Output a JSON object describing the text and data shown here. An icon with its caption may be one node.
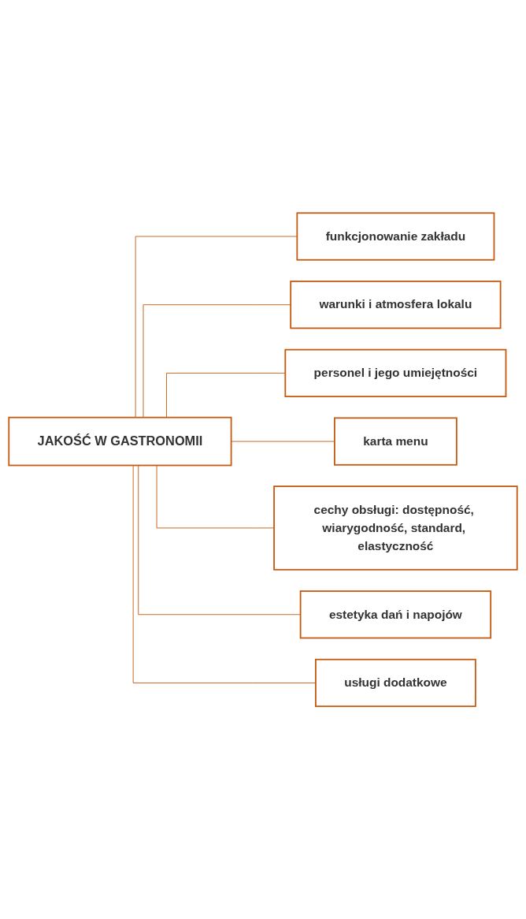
{
  "diagram": {
    "nodes": [
      {
        "text": [
          "JAKOŚĆ W GASTRONOMII"
        ]
      },
      {
        "text": [
          "funkcjonowanie zakładu"
        ]
      },
      {
        "text": [
          "warunki i atmosfera lokalu"
        ]
      },
      {
        "text": [
          "personel i jego umiejętności"
        ]
      },
      {
        "text": [
          "karta menu"
        ]
      },
      {
        "text": [
          "cechy obsługi: dostępność, wiarygodność, standard, elastyczność"
        ]
      },
      {
        "text": [
          "estetyka dań i napojów"
        ]
      },
      {
        "text": [
          "usługi dodatkowe"
        ]
      }
    ],
    "edges": [
      {
        "from": 0,
        "to": 1,
        "arrow": "none"
      },
      {
        "from": 0,
        "to": 2,
        "arrow": "none"
      },
      {
        "from": 0,
        "to": 3,
        "arrow": "none"
      },
      {
        "from": 0,
        "to": 4,
        "arrow": "none"
      },
      {
        "from": 0,
        "to": 5,
        "arrow": "none"
      },
      {
        "from": 0,
        "to": 6,
        "arrow": "none"
      },
      {
        "from": 0,
        "to": 7,
        "arrow": "none"
      }
    ]
  }
}
